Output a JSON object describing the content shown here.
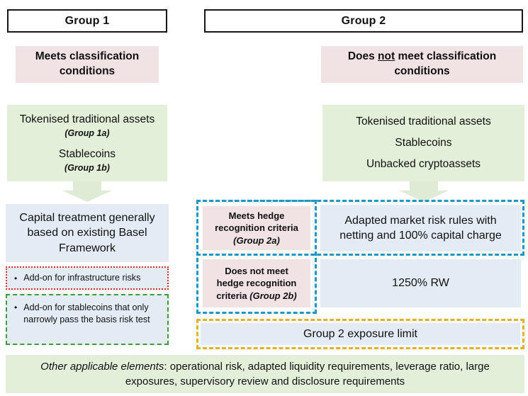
{
  "diagram": {
    "title_group1": "Group 1",
    "title_group2": "Group 2",
    "colors": {
      "pink": "#f1e2e4",
      "green": "#e3efd9",
      "blue": "#e3ecf4",
      "dash_blue": "#2196c4",
      "dash_orange": "#e0b02e",
      "dash_green": "#3f9a3f",
      "dash_red": "#d53232",
      "border_black": "#171717"
    },
    "group1": {
      "condition_line1": "Meets classification",
      "condition_line2": "conditions",
      "assets": {
        "item1": "Tokenised traditional assets",
        "item1_sub": "(Group 1a)",
        "item2": "Stablecoins",
        "item2_sub": "(Group 1b)"
      },
      "treatment": "Capital treatment generally based on existing Basel Framework",
      "addon_infrastructure": "Add-on for infrastructure risks",
      "addon_stablecoins": "Add-on for stablecoins that only narrowly pass the basis risk test",
      "bullet_glyph": "•"
    },
    "group2": {
      "condition_pre": "Does ",
      "condition_emph": "not",
      "condition_post": " meet classification",
      "condition_line2": "conditions",
      "assets": {
        "item1": "Tokenised traditional assets",
        "item2": "Stablecoins",
        "item3": "Unbacked cryptoassets"
      },
      "hedge_yes_line1": "Meets hedge",
      "hedge_yes_line2": "recognition criteria",
      "hedge_yes_label": "(Group 2a)",
      "hedge_no_line1": "Does not meet",
      "hedge_no_line2": "hedge recognition",
      "hedge_no_line3_pre": "criteria ",
      "hedge_no_label": "(Group 2b)",
      "treatment_2a": "Adapted market risk rules with netting and 100% capital charge",
      "treatment_2b": "1250% RW",
      "exposure_limit": "Group 2 exposure limit"
    },
    "footer": {
      "emphasis": "Other applicable elements",
      "rest": ": operational risk, adapted liquidity requirements, leverage ratio, large exposures, supervisory review and disclosure requirements"
    }
  }
}
